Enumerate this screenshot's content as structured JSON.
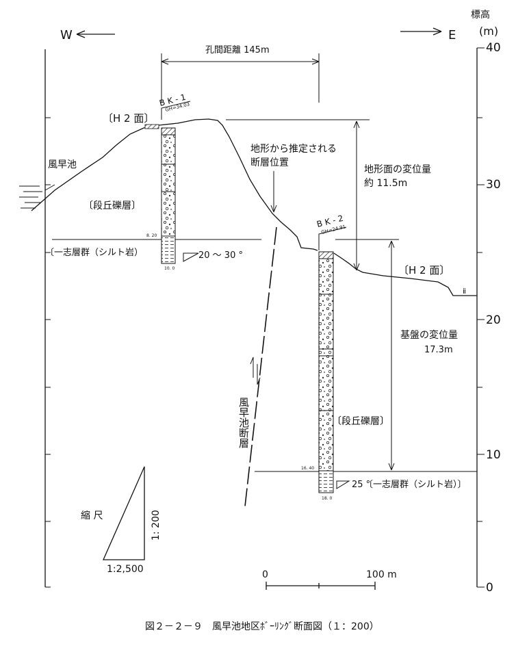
{
  "orientation": {
    "west": "W",
    "east": "E"
  },
  "elevation_axis": {
    "title": "標高",
    "unit": "(m)",
    "ticks": [
      "40",
      "30",
      "20",
      "10",
      "0"
    ]
  },
  "distance": {
    "label": "孔間距離 145m"
  },
  "boreholes": [
    {
      "name": "B K - 1",
      "gh": "GH=34.03",
      "depth": "8. 20",
      "bottom": "10. 0"
    },
    {
      "name": "B K - 2",
      "gh": "GH=24.91",
      "depth": "16. 40",
      "bottom": "18. 0"
    }
  ],
  "labels": {
    "h2_left": "〔H 2 面〕",
    "h2_right": "〔H 2 面〕",
    "pond": "風早池",
    "terrace_left": "〔段丘礫層〕",
    "terrace_right": "〔段丘礫層〕",
    "bedrock_left": "〔一志層群（シルト岩）",
    "dip_left": "20 ～ 30 °",
    "bedrock_right": "〔一志層群（シルト岩）〕",
    "dip_right": "25 °",
    "fault_line1": "地形から推定される",
    "fault_line2": "断層位置",
    "fault_name": "風早池断層",
    "topo_disp_line1": "地形面の変位量",
    "topo_disp_line2": "約 11.5m",
    "base_disp_line1": "基盤の変位量",
    "base_disp_line2": "17.3m",
    "h_scale_0": "0",
    "h_scale_100": "100 m"
  },
  "scale": {
    "label": "縮 尺",
    "vertical": "1: 200",
    "horizontal": "1:2,500"
  },
  "caption": "図２－２－９　風早池地区ﾎﾞｰﾘﾝｸﾞ断面図（１：200）"
}
